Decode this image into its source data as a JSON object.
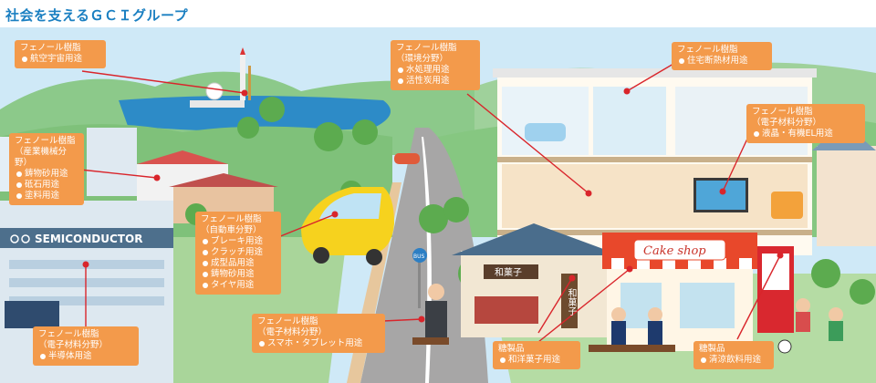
{
  "title": "社会を支えるＧＣＩグループ",
  "labels": {
    "aerospace": {
      "head": "フェノール樹脂",
      "items": [
        "航空宇宙用途"
      ]
    },
    "industrial": {
      "head": "フェノール樹脂",
      "sub": "（産業機械分野）",
      "items": [
        "鋳物砂用途",
        "砥石用途",
        "塗料用途"
      ]
    },
    "automotive": {
      "head": "フェノール樹脂",
      "sub": "（自動車分野）",
      "items": [
        "ブレーキ用途",
        "クラッチ用途",
        "成型品用途",
        "鋳物砂用途",
        "タイヤ用途"
      ]
    },
    "semiconductor": {
      "head": "フェノール樹脂",
      "sub": "（電子材料分野）",
      "items": [
        "半導体用途"
      ]
    },
    "smartphone": {
      "head": "フェノール樹脂",
      "sub": "（電子材料分野）",
      "items": [
        "スマホ・タブレット用途"
      ]
    },
    "environment": {
      "head": "フェノール樹脂",
      "sub": "（環境分野）",
      "items": [
        "水処理用途",
        "活性炭用途"
      ]
    },
    "housing": {
      "head": "フェノール樹脂",
      "items": [
        "住宅断熱材用途"
      ]
    },
    "display": {
      "head": "フェノール樹脂",
      "sub": "（電子材料分野）",
      "items": [
        "液晶・有機EL用途"
      ]
    },
    "wagashi": {
      "head": "糖製品",
      "items": [
        "和洋菓子用途"
      ]
    },
    "drinks": {
      "head": "糖製品",
      "items": [
        "清涼飲料用途"
      ]
    }
  },
  "signs": {
    "factory": "SEMICONDUCTOR",
    "cake_shop": "Cake shop",
    "wagashi_shop": "和菓子",
    "wagashi_vertical": "和菓子",
    "bus_stop": "BUS"
  },
  "colors": {
    "label_bg": "#f39a4b",
    "title": "#1a7fc1",
    "connector": "#d9252b"
  }
}
